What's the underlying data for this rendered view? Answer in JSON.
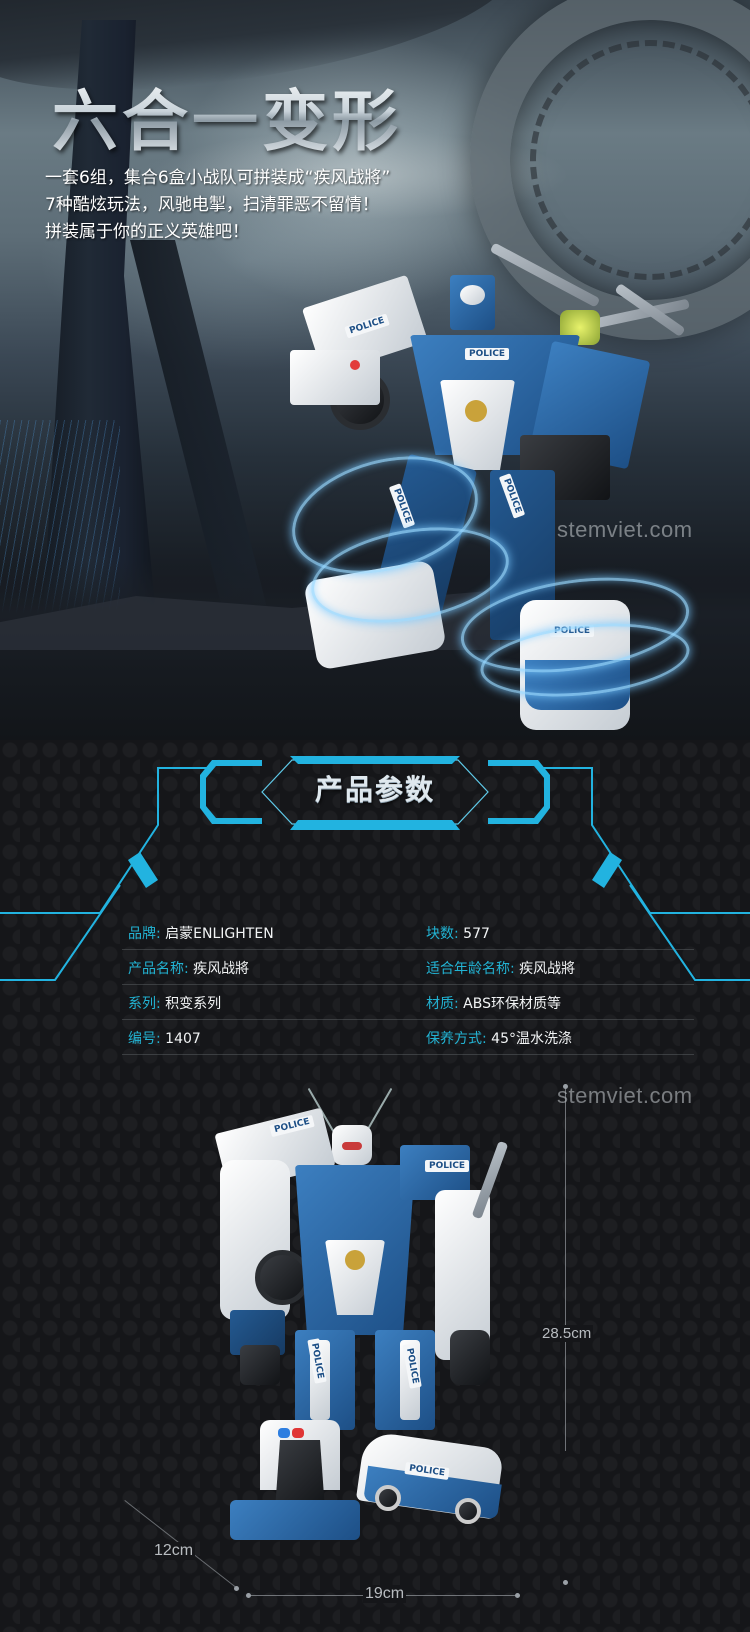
{
  "hero": {
    "title": "六合一变形",
    "description_lines": [
      "一套6组，集合6盒小战队可拼装成“疾风战將”",
      "7种酷炫玩法，风驰电掣，扫清罪恶不留情！",
      "拼装属于你的正义英雄吧！"
    ],
    "robot_tags": [
      "POLICE",
      "POLICE",
      "POLICE",
      "POLICE",
      "POLICE"
    ]
  },
  "watermark": "stemviet.com",
  "params": {
    "title": "产品参数",
    "accent_color": "#22b3d3",
    "specs": [
      {
        "left_label": "品牌:",
        "left_value": "启蒙ENLIGHTEN",
        "right_label": "块数:",
        "right_value": "577"
      },
      {
        "left_label": "产品名称:",
        "left_value": "疾风战將",
        "right_label": "适合年龄名称:",
        "right_value": "疾风战將"
      },
      {
        "left_label": "系列:",
        "left_value": "积变系列",
        "right_label": "材质:",
        "right_value": "ABS环保材质等"
      },
      {
        "left_label": "编号:",
        "left_value": "1407",
        "right_label": "保养方式:",
        "right_value": "45°温水洗涤"
      }
    ]
  },
  "dimensions": {
    "height": "28.5cm",
    "width": "19cm",
    "depth": "12cm",
    "robot_tags": [
      "POLICE",
      "POLICE",
      "POLICE",
      "POLICE",
      "POLICE"
    ]
  }
}
